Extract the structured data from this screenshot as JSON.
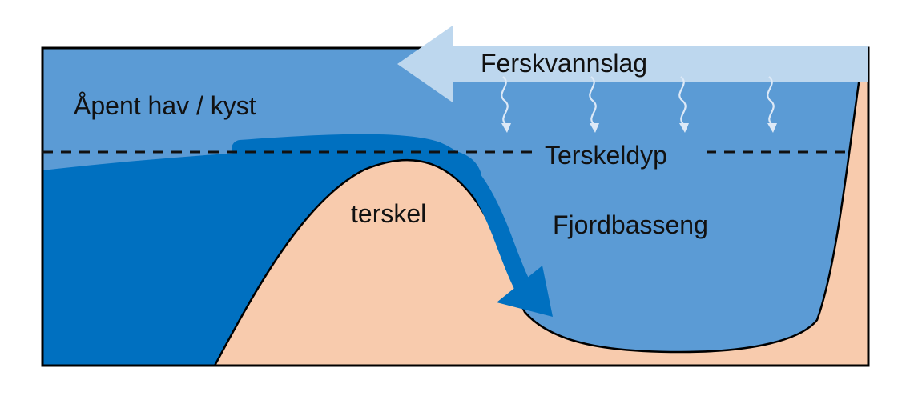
{
  "labels": {
    "open_sea": "Åpent hav / kyst",
    "freshwater_layer": "Ferskvannslag",
    "sill_depth": "Terskeldyp",
    "sill": "terskel",
    "fjord_basin": "Fjordbasseng"
  },
  "colors": {
    "surface_water": "#5b9bd5",
    "deep_water": "#0070c0",
    "land": "#f8cbad",
    "freshwater_arrow": "#bdd7ee",
    "outline": "#000000"
  }
}
